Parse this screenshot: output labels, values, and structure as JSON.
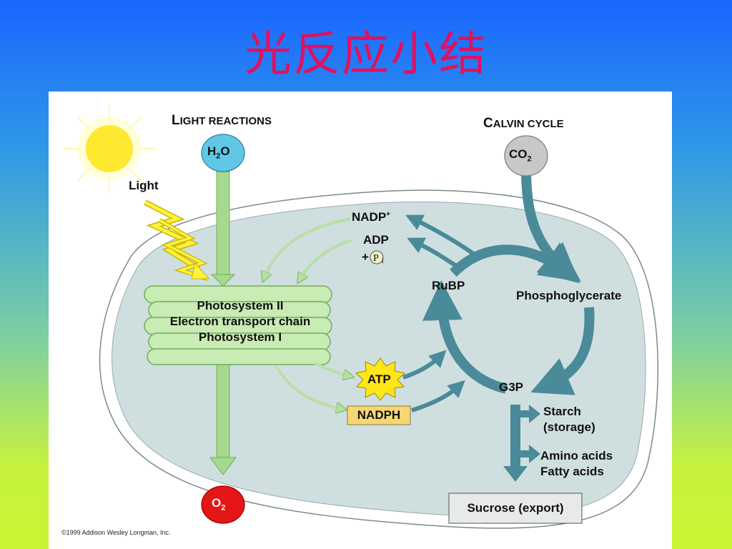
{
  "slide": {
    "title": "光反应小结"
  },
  "diagram": {
    "light_reactions_header": {
      "first": "L",
      "rest": "IGHT REACTIONS"
    },
    "calvin_cycle_header": {
      "first": "C",
      "rest": "ALVIN CYCLE"
    },
    "light": "Light",
    "h2o": {
      "main": "H",
      "sub": "2",
      "tail": "O"
    },
    "co2": {
      "main": "CO",
      "sub": "2"
    },
    "o2": {
      "main": "O",
      "sub": "2"
    },
    "nadp_plus": {
      "main": "NADP",
      "sup": "+"
    },
    "adp": "ADP",
    "pi": {
      "plus": "+",
      "p": "P",
      "i": "i"
    },
    "photosystem": [
      "Photosystem II",
      "Electron transport chain",
      "Photosystem I"
    ],
    "atp": "ATP",
    "nadph": "NADPH",
    "rubp": "RuBP",
    "phosphoglycerate": "Phosphoglycerate",
    "g3p": "G3P",
    "starch": [
      "Starch",
      "(storage)"
    ],
    "amino": [
      "Amino acids",
      "Fatty acids"
    ],
    "sucrose": "Sucrose (export)",
    "copyright": "©1999 Addison Wesley Longman, Inc.",
    "colors": {
      "title": "#e0115f",
      "chloroplast_fill": "#cfdfe0",
      "light_arrow": "#a6d98e",
      "calvin_arrow": "#4a8a99",
      "h2o": "#60c8e6",
      "co2": "#c8c8c8",
      "o2": "#e51616",
      "atp_star": "#ffe61a",
      "nadph_box": "#f7d773"
    }
  }
}
